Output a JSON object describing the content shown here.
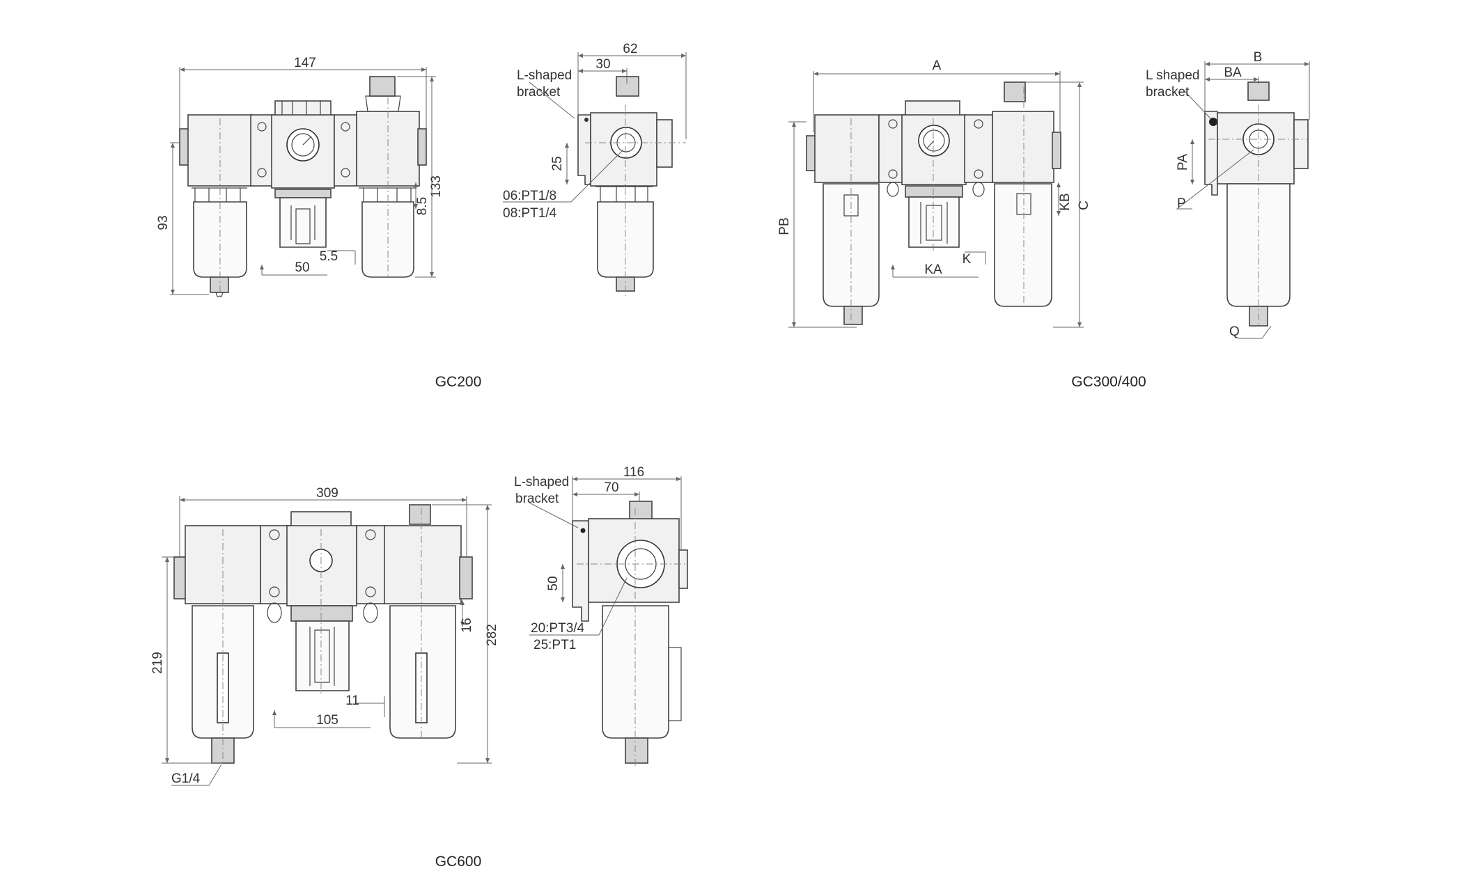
{
  "GC200": {
    "caption": "GC200",
    "dims": {
      "width": "147",
      "height": "93",
      "total_height": "133",
      "gap": "8.5",
      "offset": "5.5",
      "pitch": "50"
    },
    "side": {
      "overall": "62",
      "offset": "30",
      "bracket_line1": "L-shaped",
      "bracket_line2": "bracket",
      "height": "25",
      "port1": "06:PT1/8",
      "port2": "08:PT1/4"
    }
  },
  "GC300_400": {
    "caption": "GC300/400",
    "dims": {
      "width": "A",
      "height": "PB",
      "total_height": "C",
      "gap": "KB",
      "offset": "K",
      "pitch": "KA"
    },
    "side": {
      "overall": "B",
      "offset": "BA",
      "bracket_line1": "L shaped",
      "bracket_line2": "bracket",
      "height": "PA",
      "port": "P",
      "drain": "Q"
    }
  },
  "GC600": {
    "caption": "GC600",
    "dims": {
      "width": "309",
      "height": "219",
      "total_height": "282",
      "gap": "16",
      "offset": "11",
      "pitch": "105",
      "drain": "G1/4"
    },
    "side": {
      "overall": "116",
      "offset": "70",
      "bracket_line1": "L-shaped",
      "bracket_line2": "bracket",
      "height": "50",
      "port1": "20:PT3/4",
      "port2": "25:PT1"
    }
  },
  "colors": {
    "line": "#444444",
    "fill": "#f1f1f1",
    "text": "#333333"
  }
}
